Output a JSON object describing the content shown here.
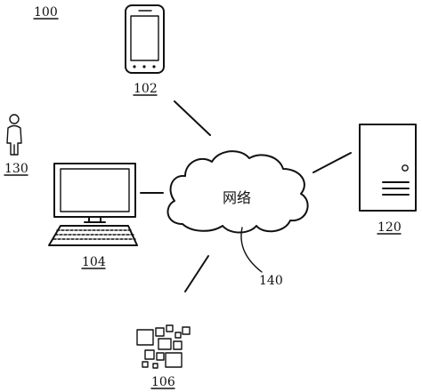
{
  "figure_label": "100",
  "nodes": {
    "phone": {
      "label": "102",
      "icon": "smartphone-icon"
    },
    "computer": {
      "label": "104",
      "icon": "desktop-computer-icon"
    },
    "blocks": {
      "label": "106",
      "icon": "app-blocks-icon"
    },
    "server": {
      "label": "120",
      "icon": "server-icon"
    },
    "user": {
      "label": "130",
      "icon": "person-icon"
    },
    "network": {
      "text": "网络",
      "label": "140",
      "icon": "cloud-icon"
    }
  }
}
